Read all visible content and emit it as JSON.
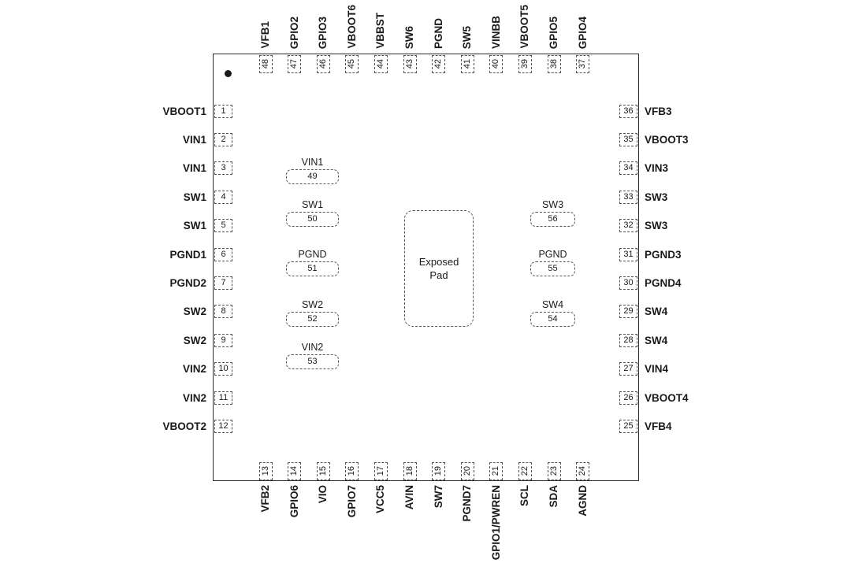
{
  "chip": {
    "exposed_pad_label": "Exposed Pad",
    "pins": {
      "top": [
        {
          "num": "48",
          "label": "VFB1"
        },
        {
          "num": "47",
          "label": "GPIO2"
        },
        {
          "num": "46",
          "label": "GPIO3"
        },
        {
          "num": "45",
          "label": "VBOOT6"
        },
        {
          "num": "44",
          "label": "VBBST"
        },
        {
          "num": "43",
          "label": "SW6"
        },
        {
          "num": "42",
          "label": "PGND"
        },
        {
          "num": "41",
          "label": "SW5"
        },
        {
          "num": "40",
          "label": "VINBB"
        },
        {
          "num": "39",
          "label": "VBOOT5"
        },
        {
          "num": "38",
          "label": "GPIO5"
        },
        {
          "num": "37",
          "label": "GPIO4"
        }
      ],
      "left": [
        {
          "num": "1",
          "label": "VBOOT1"
        },
        {
          "num": "2",
          "label": "VIN1"
        },
        {
          "num": "3",
          "label": "VIN1"
        },
        {
          "num": "4",
          "label": "SW1"
        },
        {
          "num": "5",
          "label": "SW1"
        },
        {
          "num": "6",
          "label": "PGND1"
        },
        {
          "num": "7",
          "label": "PGND2"
        },
        {
          "num": "8",
          "label": "SW2"
        },
        {
          "num": "9",
          "label": "SW2"
        },
        {
          "num": "10",
          "label": "VIN2"
        },
        {
          "num": "11",
          "label": "VIN2"
        },
        {
          "num": "12",
          "label": "VBOOT2"
        }
      ],
      "right": [
        {
          "num": "36",
          "label": "VFB3"
        },
        {
          "num": "35",
          "label": "VBOOT3"
        },
        {
          "num": "34",
          "label": "VIN3"
        },
        {
          "num": "33",
          "label": "SW3"
        },
        {
          "num": "32",
          "label": "SW3"
        },
        {
          "num": "31",
          "label": "PGND3"
        },
        {
          "num": "30",
          "label": "PGND4"
        },
        {
          "num": "29",
          "label": "SW4"
        },
        {
          "num": "28",
          "label": "SW4"
        },
        {
          "num": "27",
          "label": "VIN4"
        },
        {
          "num": "26",
          "label": "VBOOT4"
        },
        {
          "num": "25",
          "label": "VFB4"
        }
      ],
      "bottom": [
        {
          "num": "13",
          "label": "VFB2"
        },
        {
          "num": "14",
          "label": "GPIO6"
        },
        {
          "num": "15",
          "label": "VIO"
        },
        {
          "num": "16",
          "label": "GPIO7"
        },
        {
          "num": "17",
          "label": "VCC5"
        },
        {
          "num": "18",
          "label": "AVIN"
        },
        {
          "num": "19",
          "label": "SW7"
        },
        {
          "num": "20",
          "label": "PGND7"
        },
        {
          "num": "21",
          "label": "GPIO1/PWREN"
        },
        {
          "num": "22",
          "label": "SCL"
        },
        {
          "num": "23",
          "label": "SDA"
        },
        {
          "num": "24",
          "label": "AGND"
        }
      ]
    },
    "inner_left": [
      {
        "num": "49",
        "label": "VIN1"
      },
      {
        "num": "50",
        "label": "SW1"
      },
      {
        "num": "51",
        "label": "PGND"
      },
      {
        "num": "52",
        "label": "SW2"
      },
      {
        "num": "53",
        "label": "VIN2"
      }
    ],
    "inner_right": [
      {
        "num": "56",
        "label": "SW3"
      },
      {
        "num": "55",
        "label": "PGND"
      },
      {
        "num": "54",
        "label": "SW4"
      }
    ]
  }
}
